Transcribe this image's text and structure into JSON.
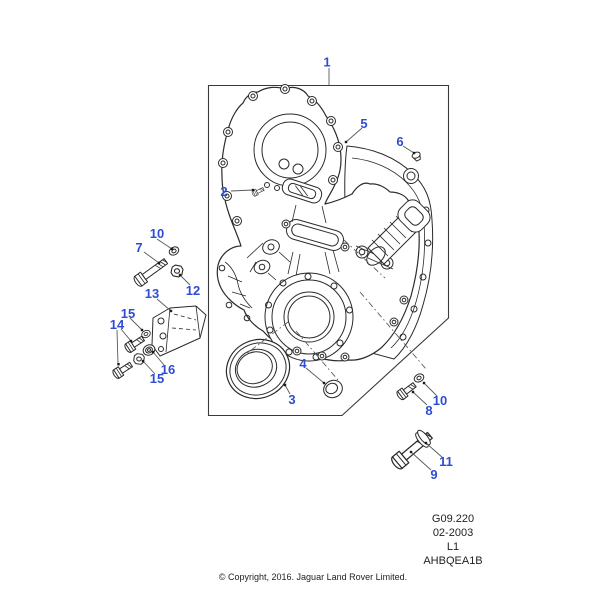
{
  "figure": {
    "description": "Exploded parts diagram - engine front timing cover with gasket, seals, bolts and mounting bracket",
    "callouts": {
      "c1": "1",
      "c2": "2",
      "c3": "3",
      "c4": "4",
      "c5": "5",
      "c6": "6",
      "c7": "7",
      "c8": "8",
      "c9": "9",
      "c10_left": "10",
      "c10_right": "10",
      "c11": "11",
      "c12": "12",
      "c13": "13",
      "c14": "14",
      "c15_upper": "15",
      "c15_lower": "15",
      "c16": "16"
    }
  },
  "footer": {
    "catalog_ref": "G09.220",
    "date_ref": "02-2003",
    "sheet_ref": "L1",
    "drawing_code": "AHBQEA1B"
  },
  "copyright_line": "© Copyright, 2016. Jaguar Land Rover Limited.",
  "colors": {
    "callout_blue": "#2e4ed2",
    "line_black": "#2b2b2b",
    "background": "#ffffff"
  }
}
